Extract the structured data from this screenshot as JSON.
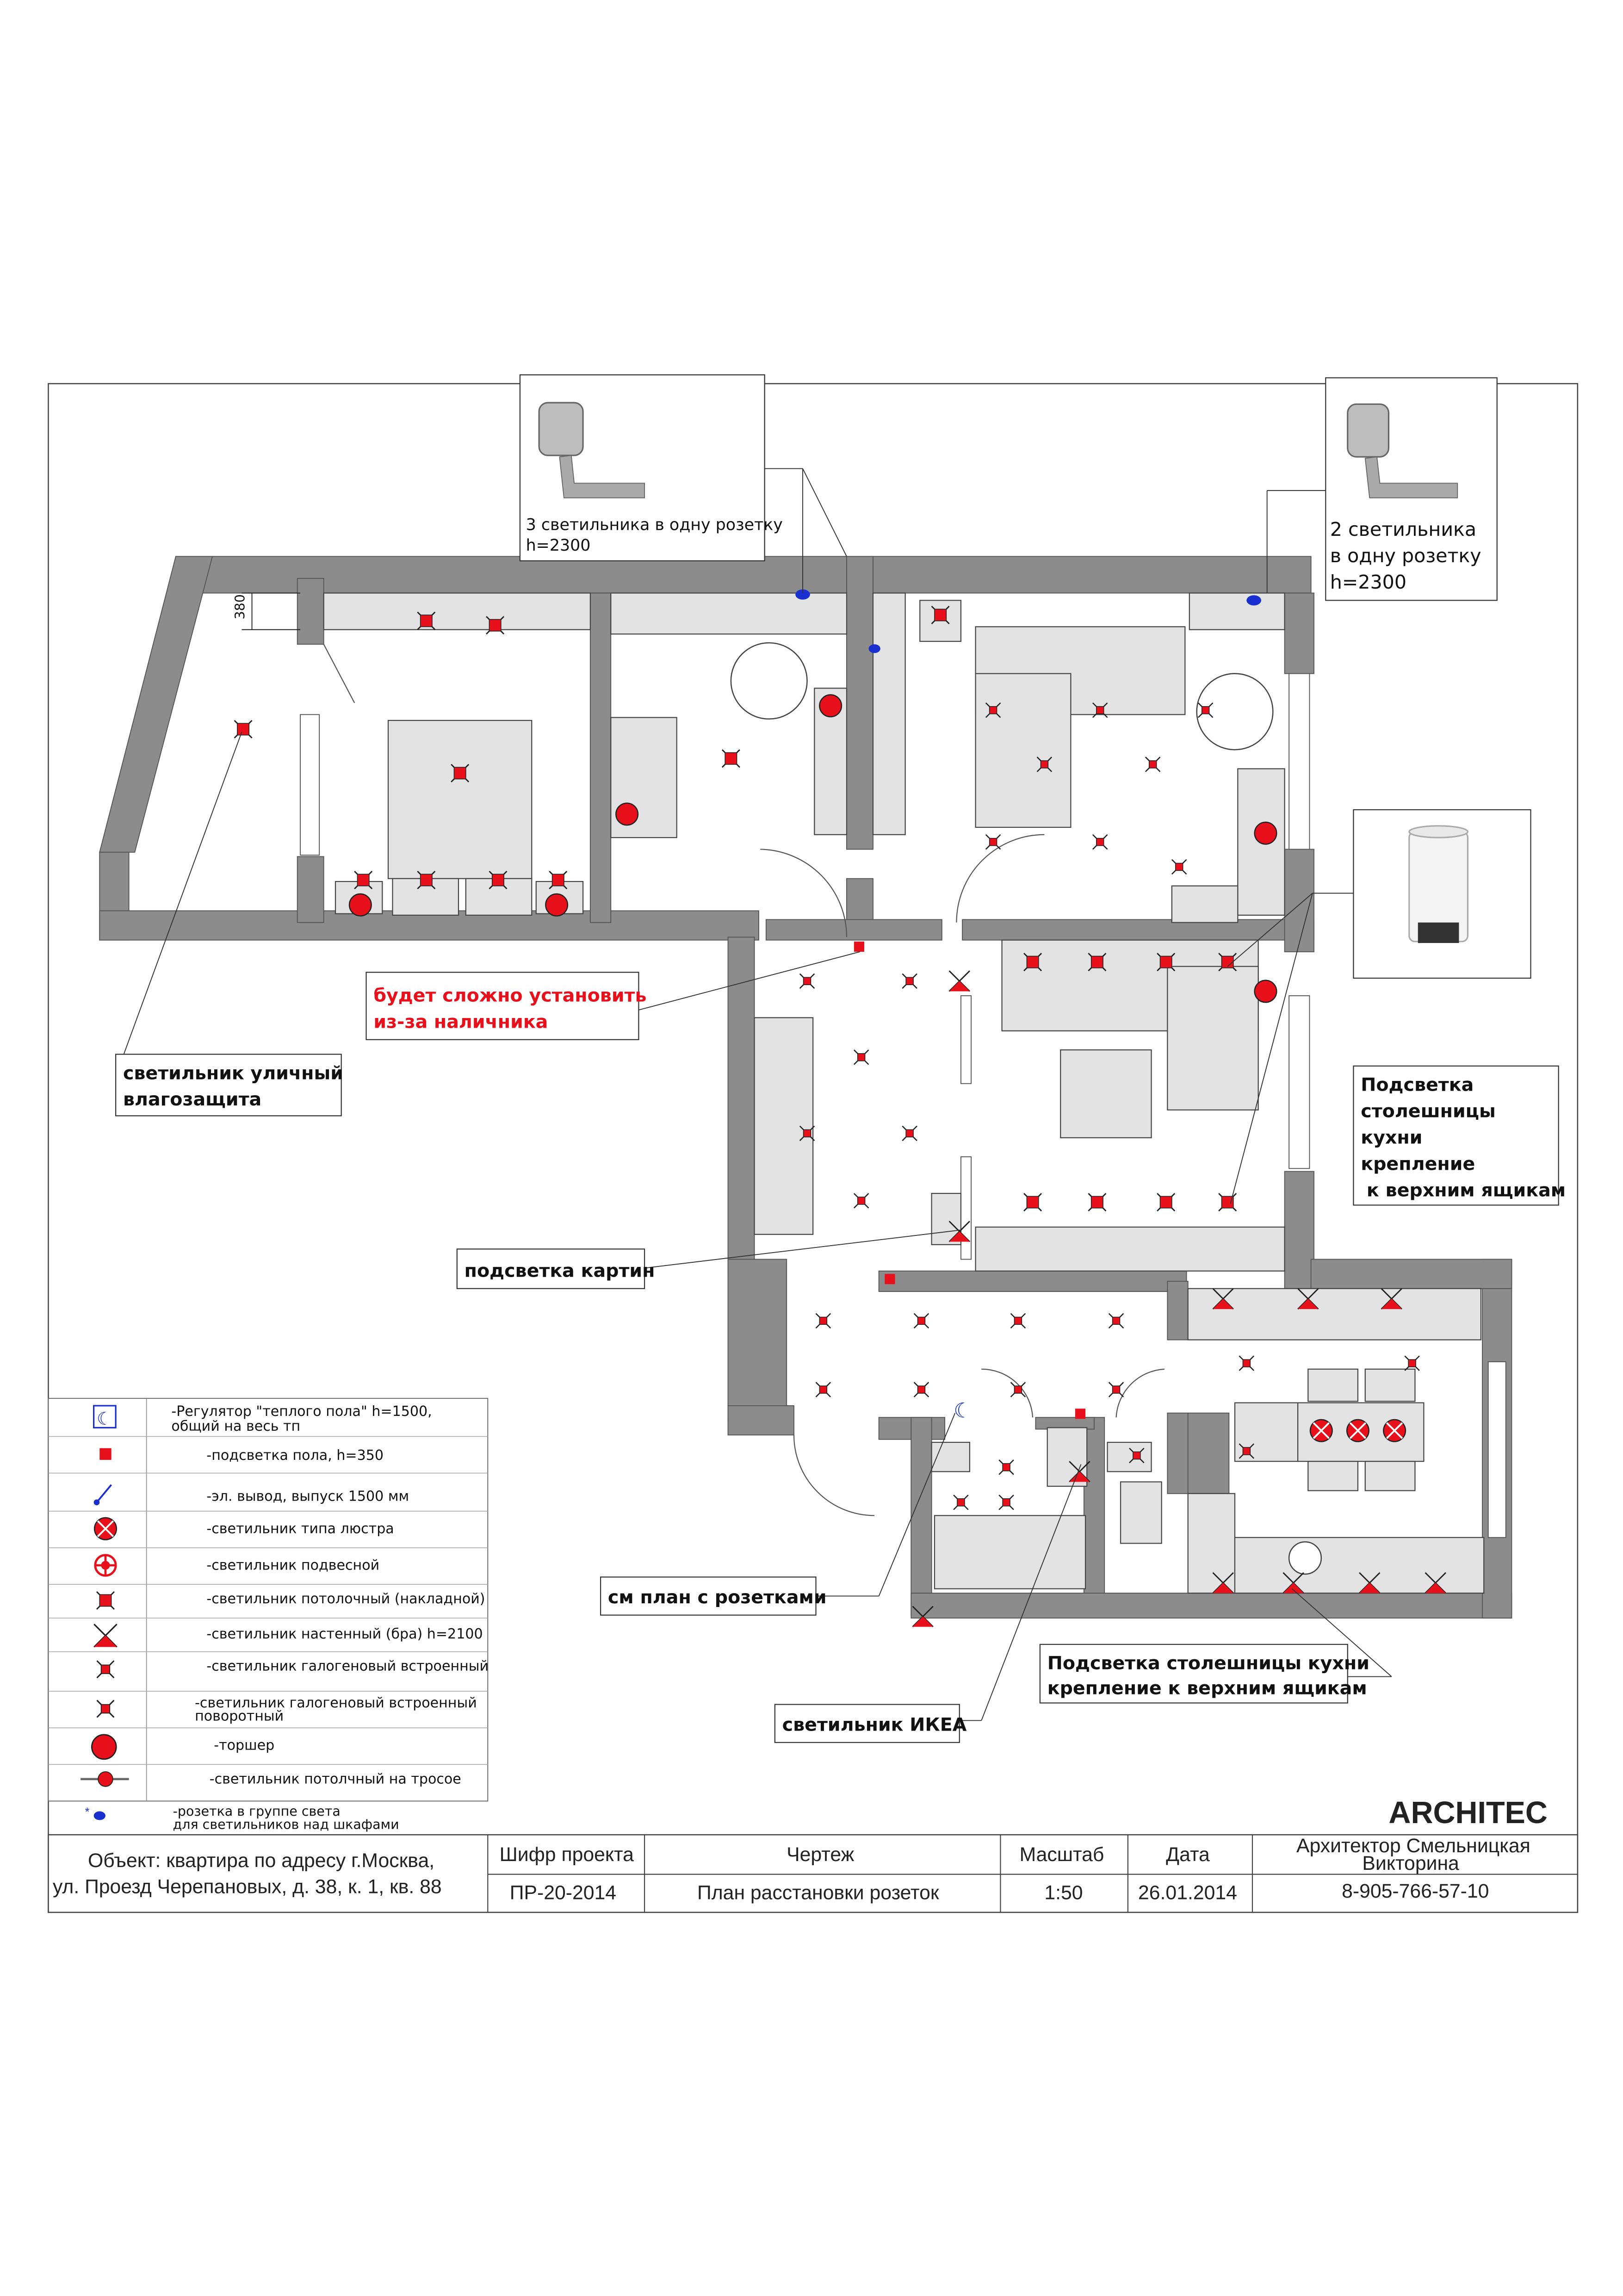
{
  "notes": {
    "lamp3": [
      "3 светильника в одну розетку",
      "h=2300"
    ],
    "lamp2": [
      "2 светильника",
      "в одну розетку",
      "h=2300"
    ],
    "dim380": "380"
  },
  "callouts": {
    "hard_install": [
      "будет сложно установить",
      "из-за наличника"
    ],
    "outdoor": [
      "светильник уличный",
      "влагозащита"
    ],
    "countertop_right": [
      "Подсветка",
      "столешницы",
      "кухни",
      "крепление",
      "к верхним ящикам"
    ],
    "pictures": "подсветка картин",
    "see_plan": "см план с розетками",
    "countertop_bottom": [
      "Подсветка столешницы кухни",
      "крепление к верхним ящикам"
    ],
    "ikea": "светильник ИКЕА"
  },
  "legend": [
    {
      "icon": "moon-regulator-icon",
      "text": [
        "-Регулятор \"теплого пола\" h=1500,",
        "общий на весь тп"
      ]
    },
    {
      "icon": "floor-light-square-icon",
      "text": [
        "-подсветка пола, h=350"
      ]
    },
    {
      "icon": "wire-outlet-icon",
      "text": [
        "-эл. вывод, выпуск 1500 мм"
      ]
    },
    {
      "icon": "chandelier-icon",
      "text": [
        "-светильник типа люстра"
      ]
    },
    {
      "icon": "pendant-icon",
      "text": [
        "-светильник подвесной"
      ]
    },
    {
      "icon": "ceiling-mount-icon",
      "text": [
        "-светильник потолочный (накладной)"
      ]
    },
    {
      "icon": "wall-sconce-icon",
      "text": [
        "-светильник настенный (бра) h=2100"
      ]
    },
    {
      "icon": "halogen-icon",
      "text": [
        "-светильник галогеновый встроенный"
      ]
    },
    {
      "icon": "halogen-swivel-icon",
      "text": [
        "-светильник галогеновый встроенный",
        "поворотный"
      ]
    },
    {
      "icon": "floor-lamp-icon",
      "text": [
        "-торшер"
      ]
    },
    {
      "icon": "cable-light-icon",
      "text": [
        "-светильник потолчный на тросое"
      ]
    },
    {
      "icon": "socket-group-icon",
      "text": [
        "-розетка в группе света",
        "для светильников над шкафами"
      ]
    }
  ],
  "title_block": {
    "brand": "ARCHITEC",
    "object": [
      "Объект: квартира по адресу г.Москва,",
      "ул. Проезд Черепановых, д. 38, к. 1, кв. 88"
    ],
    "code_label": "Шифр проекта",
    "code_value": "ПР-20-2014",
    "drawing_label": "Чертеж",
    "drawing_value": "План расстановки розеток",
    "scale_label": "Масштаб",
    "scale_value": "1:50",
    "date_label": "Дата",
    "date_value": "26.01.2014",
    "architect": [
      "Архитектор Смельницкая",
      "Викторина"
    ],
    "phone": "8-905-766-57-10"
  },
  "colors": {
    "wall": "#8c8c8c",
    "furniture": "#e3e3e3",
    "lamp": "#e8101a",
    "accent": "#1a2fd0"
  }
}
